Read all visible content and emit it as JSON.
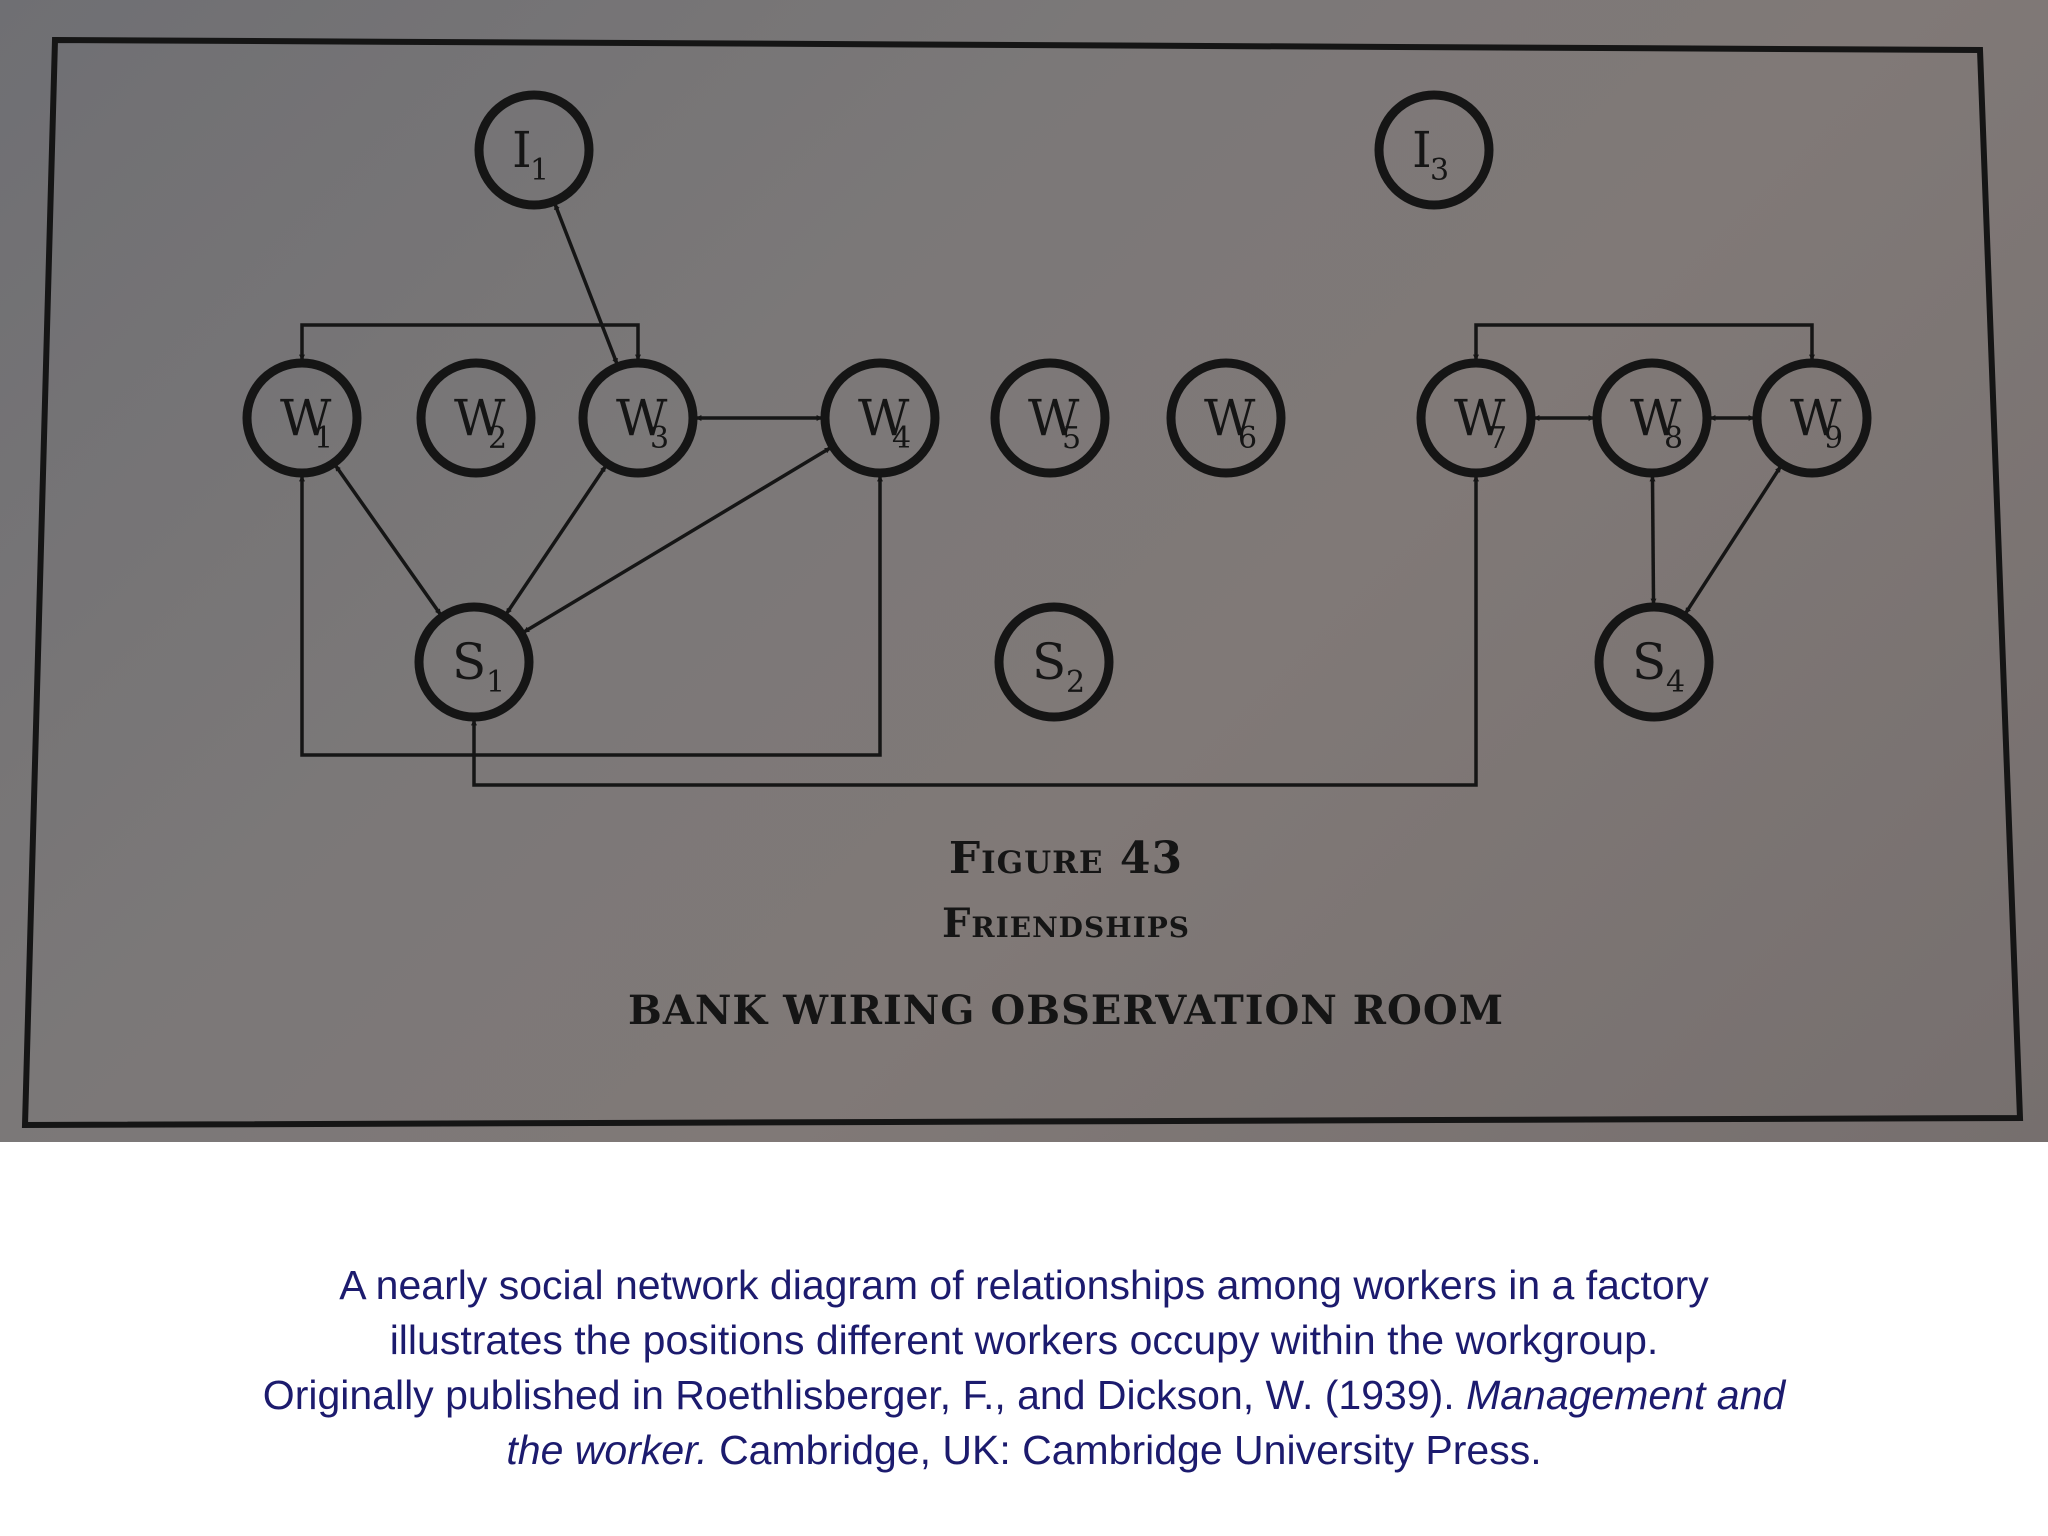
{
  "diagram": {
    "nodes": [
      {
        "id": "I1",
        "main": "I",
        "sub": "1"
      },
      {
        "id": "I3",
        "main": "I",
        "sub": "3"
      },
      {
        "id": "W1",
        "main": "W",
        "sub": "1"
      },
      {
        "id": "W2",
        "main": "W",
        "sub": "2"
      },
      {
        "id": "W3",
        "main": "W",
        "sub": "3"
      },
      {
        "id": "W4",
        "main": "W",
        "sub": "4"
      },
      {
        "id": "W5",
        "main": "W",
        "sub": "5"
      },
      {
        "id": "W6",
        "main": "W",
        "sub": "6"
      },
      {
        "id": "W7",
        "main": "W",
        "sub": "7"
      },
      {
        "id": "W8",
        "main": "W",
        "sub": "8"
      },
      {
        "id": "W9",
        "main": "W",
        "sub": "9"
      },
      {
        "id": "S1",
        "main": "S",
        "sub": "1"
      },
      {
        "id": "S2",
        "main": "S",
        "sub": "2"
      },
      {
        "id": "S4",
        "main": "S",
        "sub": "4"
      }
    ],
    "edges": [
      {
        "from": "I1",
        "to": "W3",
        "style": "straight"
      },
      {
        "from": "W1",
        "to": "W3",
        "style": "bracket-top"
      },
      {
        "from": "W3",
        "to": "W4",
        "style": "straight"
      },
      {
        "from": "W1",
        "to": "S1",
        "style": "straight"
      },
      {
        "from": "W3",
        "to": "S1",
        "style": "straight"
      },
      {
        "from": "W4",
        "to": "S1",
        "style": "straight"
      },
      {
        "from": "W1",
        "to": "W4",
        "style": "bracket-bottom"
      },
      {
        "from": "S1",
        "to": "W7",
        "style": "bracket-bottom"
      },
      {
        "from": "W7",
        "to": "W9",
        "style": "bracket-top"
      },
      {
        "from": "W7",
        "to": "W8",
        "style": "straight"
      },
      {
        "from": "W8",
        "to": "W9",
        "style": "straight"
      },
      {
        "from": "W8",
        "to": "S4",
        "style": "straight"
      },
      {
        "from": "W9",
        "to": "S4",
        "style": "straight"
      }
    ],
    "figure_label": "Figure 43",
    "figure_title": "Friendships",
    "room_label": "BANK WIRING OBSERVATION ROOM",
    "colors": {
      "ink": "#151515",
      "photo": "#7a7575",
      "caption": "#1c1b6e"
    }
  },
  "caption": {
    "line1": "A nearly social network diagram of relationships among workers in a factory",
    "line2": "illustrates the positions different workers occupy within the workgroup.",
    "line3_prefix": "Originally published in Roethlisberger, F., and Dickson, W. (1939). ",
    "line3_italic": "Management and",
    "line4_italic": "the worker.",
    "line4_suffix": " Cambridge, UK: Cambridge University Press."
  }
}
